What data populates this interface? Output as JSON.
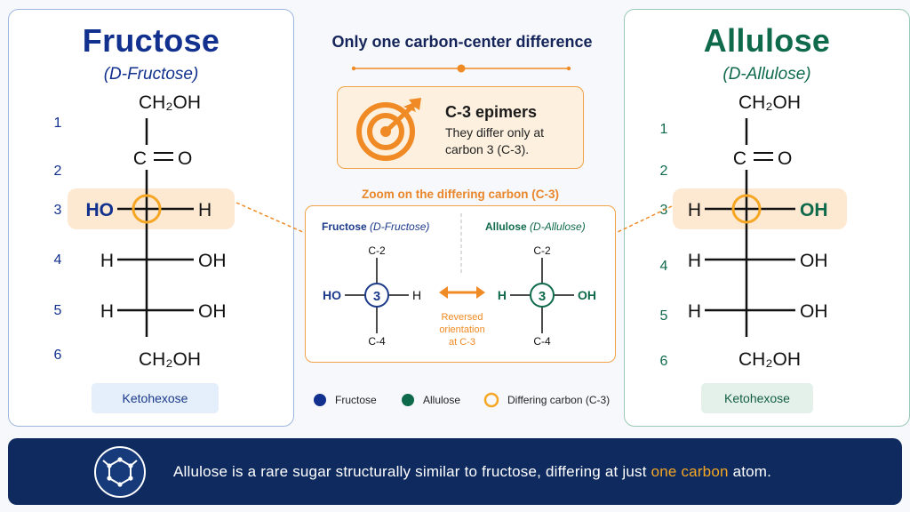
{
  "center": {
    "title": "Only one carbon-center difference",
    "epimer_title": "C-3 epimers",
    "epimer_body": "They differ only at carbon 3 (C-3).",
    "zoom_title": "Zoom on the differing carbon (C-3)",
    "zoom_fructose_name": "Fructose",
    "zoom_fructose_sub": "(D-Fructose)",
    "zoom_allulose_name": "Allulose",
    "zoom_allulose_sub": "(D-Allulose)",
    "zoom_top": "C-2",
    "zoom_bottom": "C-4",
    "zoom_center": "3",
    "zoom_ho": "HO",
    "zoom_h": "H",
    "zoom_oh": "OH",
    "reversed_lines": [
      "Reversed",
      "orientation",
      "at C-3"
    ]
  },
  "fructose": {
    "name": "Fructose",
    "sub": "(D-Fructose)",
    "top": "CH₂OH",
    "carbonyl_c": "C",
    "carbonyl_o": "O",
    "rows": [
      {
        "left": "HO",
        "right": "H"
      },
      {
        "left": "H",
        "right": "OH"
      },
      {
        "left": "H",
        "right": "OH"
      }
    ],
    "bottom": "CH₂OH",
    "numbers": [
      "1",
      "2",
      "3",
      "4",
      "5",
      "6"
    ],
    "chip": "Ketohexose"
  },
  "allulose": {
    "name": "Allulose",
    "sub": "(D-Allulose)",
    "top": "CH₂OH",
    "carbonyl_c": "C",
    "carbonyl_o": "O",
    "rows": [
      {
        "left": "H",
        "right": "OH"
      },
      {
        "left": "H",
        "right": "OH"
      },
      {
        "left": "H",
        "right": "OH"
      }
    ],
    "bottom": "CH₂OH",
    "numbers": [
      "1",
      "2",
      "3",
      "4",
      "5",
      "6"
    ],
    "chip": "Ketohexose"
  },
  "legend": {
    "fructose": "Fructose",
    "allulose": "Allulose",
    "differing": "Differing carbon (C-3)"
  },
  "footer": {
    "text_before": "Allulose is a rare sugar structurally similar to fructose, differing at just ",
    "highlight": "one carbon",
    "text_after": " atom."
  },
  "colors": {
    "fructose": "#12318f",
    "allulose": "#0f6a4c",
    "accent": "#f08a24",
    "highlight_band": "#fde9d2",
    "footer_bg": "#0e2a5e"
  },
  "icons": [
    "target-arrow-icon",
    "molecule-icon",
    "double-arrow-icon"
  ]
}
